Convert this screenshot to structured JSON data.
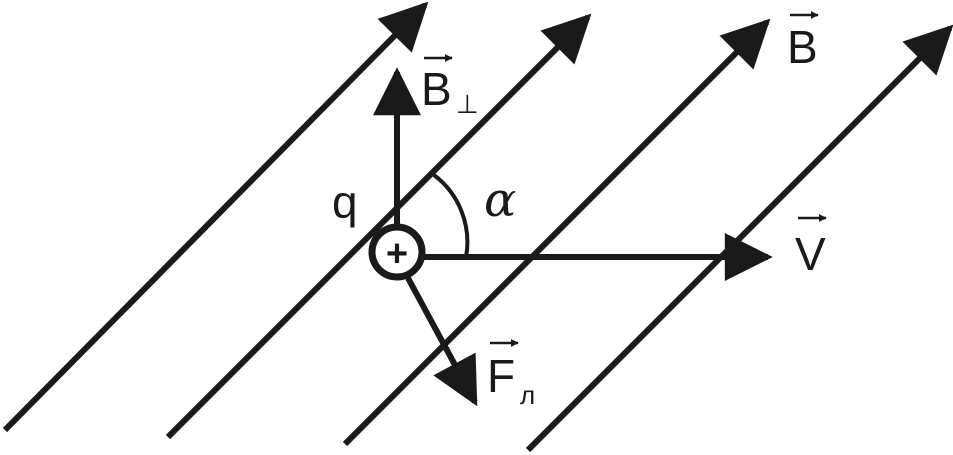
{
  "labels": {
    "B": "B",
    "B_perp_main": "B",
    "B_perp_sub": "⊥",
    "q": "q",
    "alpha": "α",
    "V": "V",
    "F_main": "F",
    "F_sub": "л",
    "charge_sign": "+"
  },
  "colors": {
    "ink": "#1a1a1a",
    "background": "#ffffff"
  }
}
